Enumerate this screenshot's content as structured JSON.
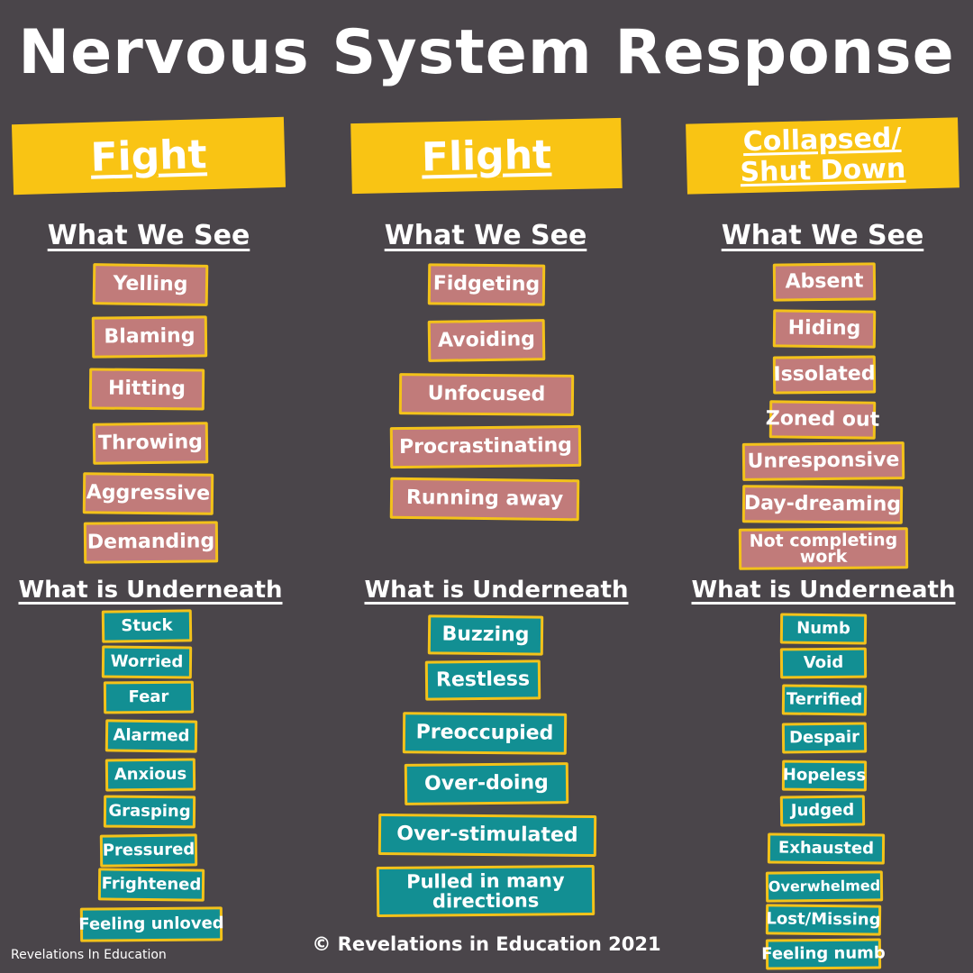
{
  "title": "Nervous System Response",
  "columns": [
    {
      "name": "Fight",
      "see_heading": "What We See",
      "see": [
        "Yelling",
        "Blaming",
        "Hitting",
        "Throwing",
        "Aggressive",
        "Demanding"
      ],
      "under_heading": "What is Underneath",
      "under": [
        "Stuck",
        "Worried",
        "Fear",
        "Alarmed",
        "Anxious",
        "Grasping",
        "Pressured",
        "Frightened",
        "Feeling unloved"
      ]
    },
    {
      "name": "Flight",
      "see_heading": "What We See",
      "see": [
        "Fidgeting",
        "Avoiding",
        "Unfocused",
        "Procrastinating",
        "Running away"
      ],
      "under_heading": "What is Underneath",
      "under": [
        "Buzzing",
        "Restless",
        "Preoccupied",
        "Over-doing",
        "Over-stimulated",
        "Pulled in many directions"
      ]
    },
    {
      "name": "Collapsed/ Shut Down",
      "see_heading": "What We See",
      "see": [
        "Absent",
        "Hiding",
        "Issolated",
        "Zoned out",
        "Unresponsive",
        "Day-dreaming",
        "Not completing work"
      ],
      "under_heading": "What is Underneath",
      "under": [
        "Numb",
        "Void",
        "Terrified",
        "Despair",
        "Hopeless",
        "Judged",
        "Exhausted",
        "Overwhelmed",
        "Lost/Missing",
        "Feeling numb"
      ]
    }
  ],
  "footer": {
    "credit": "© Revelations in Education 2021",
    "brand": "Revelations In Education"
  },
  "colors": {
    "background": "#4a454a",
    "banner": "#f9c414",
    "see_tag": "#c17b7a",
    "underneath_tag": "#128f93",
    "tag_border": "#f3c21a"
  }
}
